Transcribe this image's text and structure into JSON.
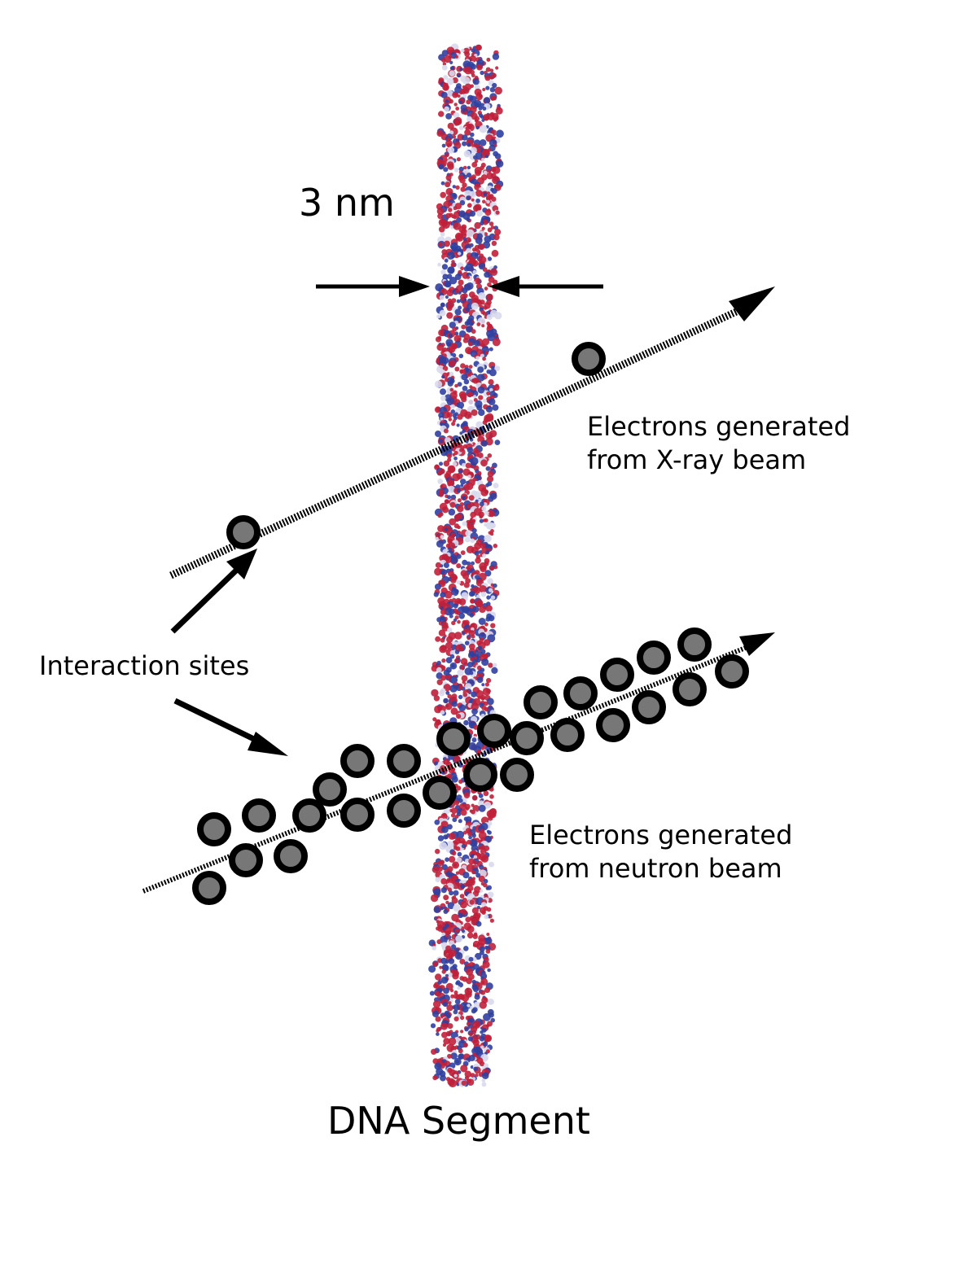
{
  "labels": {
    "width": "3 nm",
    "xray_line1": "Electrons generated",
    "xray_line2": "from X-ray beam",
    "neutron_line1": "Electrons generated",
    "neutron_line2": "from neutron beam",
    "interaction_sites": "Interaction sites",
    "dna": "DNA Segment"
  },
  "colors": {
    "dna_red": "#c0203a",
    "dna_blue": "#3040a0",
    "electron_fill": "#777777",
    "electron_stroke": "#000000",
    "beam": "#000000"
  }
}
